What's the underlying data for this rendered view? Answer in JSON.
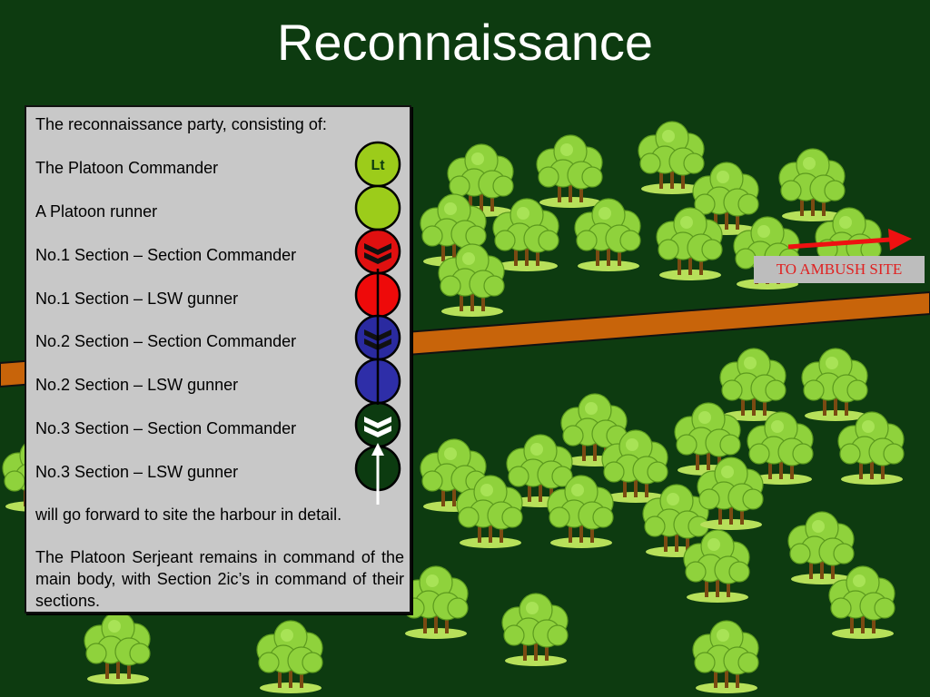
{
  "title": "Reconnaissance",
  "intro": "The reconnaissance party, consisting of:",
  "members": [
    {
      "label": "The Platoon Commander",
      "fill": "#9ccc1a",
      "chevron": "none",
      "badge_text": "Lt",
      "chevron_color": ""
    },
    {
      "label": "A Platoon runner",
      "fill": "#9ccc1a",
      "chevron": "none",
      "badge_text": "",
      "chevron_color": ""
    },
    {
      "label": "No.1 Section – Section Commander",
      "fill": "#e01010",
      "chevron": "double",
      "badge_text": "",
      "chevron_color": "#111111"
    },
    {
      "label": "No.1 Section – LSW gunner",
      "fill": "#ee0a0a",
      "chevron": "none",
      "badge_text": "",
      "chevron_color": ""
    },
    {
      "label": "No.2 Section – Section Commander",
      "fill": "#2a2aa0",
      "chevron": "double",
      "badge_text": "",
      "chevron_color": "#111111"
    },
    {
      "label": "No.2 Section – LSW gunner",
      "fill": "#2e2ea8",
      "chevron": "none",
      "badge_text": "",
      "chevron_color": ""
    },
    {
      "label": "No.3 Section – Section Commander",
      "fill": "#0c3b10",
      "chevron": "double",
      "badge_text": "",
      "chevron_color": "#ffffff"
    },
    {
      "label": "No.3 Section – LSW gunner",
      "fill": "#0c3b10",
      "chevron": "none",
      "badge_text": "",
      "chevron_color": ""
    }
  ],
  "closing": "will go forward to site the harbour in detail.",
  "note": "The Platoon Serjeant remains in command of the main body, with Section 2ic’s in command of their sections.",
  "ambush_label": "TO AMBUSH SITE",
  "colors": {
    "ground": "#0d3b10",
    "track": "#c8640a",
    "foliage": "#8fd23c",
    "arrow_red": "#ee1111",
    "arrow_white": "#ffffff",
    "tag_text": "#e02020"
  }
}
